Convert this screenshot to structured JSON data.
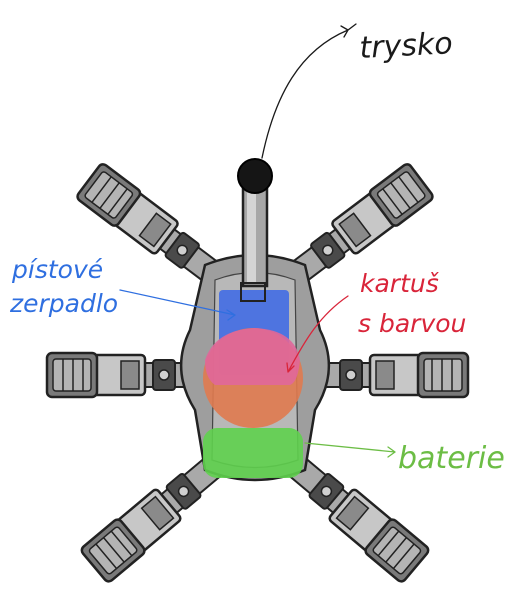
{
  "labels": {
    "nozzle": "trysko",
    "pump_line1": "pístové",
    "pump_line2": "zerpadlo",
    "cartridge_line1": "kartuš",
    "cartridge_line2": "s barvou",
    "battery": "baterie"
  },
  "colors": {
    "pump": "#3b67e6",
    "cartridge": "#e0679a",
    "cartridge_back": "#e07a4f",
    "battery": "#5fd24e",
    "pump_label": "#2f6fe0",
    "cartridge_label": "#d9253a",
    "battery_label": "#6cbd45",
    "ink": "#1a1a1a",
    "leg_dark": "#6f6f6f",
    "leg_light": "#bdbdbd"
  }
}
